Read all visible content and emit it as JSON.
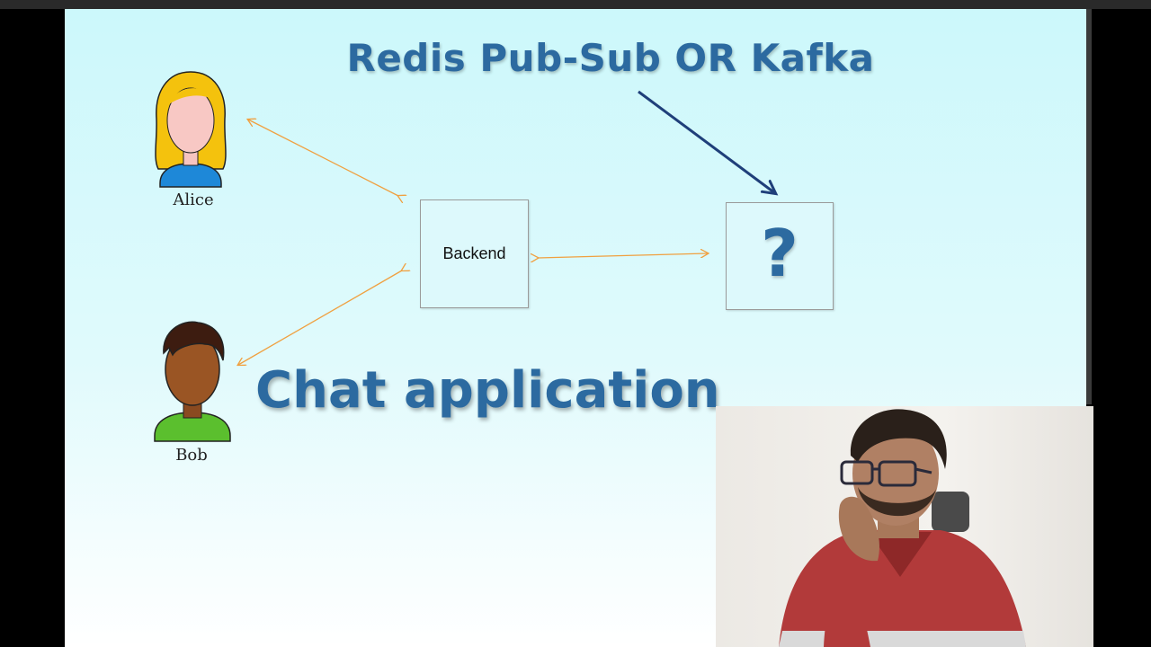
{
  "slide": {
    "title": "Redis Pub-Sub OR Kafka",
    "subtitle": "Chat application",
    "backend_label": "Backend",
    "unknown_component_label": "?",
    "users": [
      {
        "name": "Alice",
        "icon": "female-user-icon"
      },
      {
        "name": "Bob",
        "icon": "male-user-icon"
      }
    ]
  },
  "colors": {
    "title_blue": "#2c6aa0",
    "arrow_orange": "#f0a040",
    "pointer_navy": "#1f3f7a",
    "slide_bg_top": "#ccf8fb"
  },
  "webcam": {
    "description_icon": "presenter-webcam"
  }
}
